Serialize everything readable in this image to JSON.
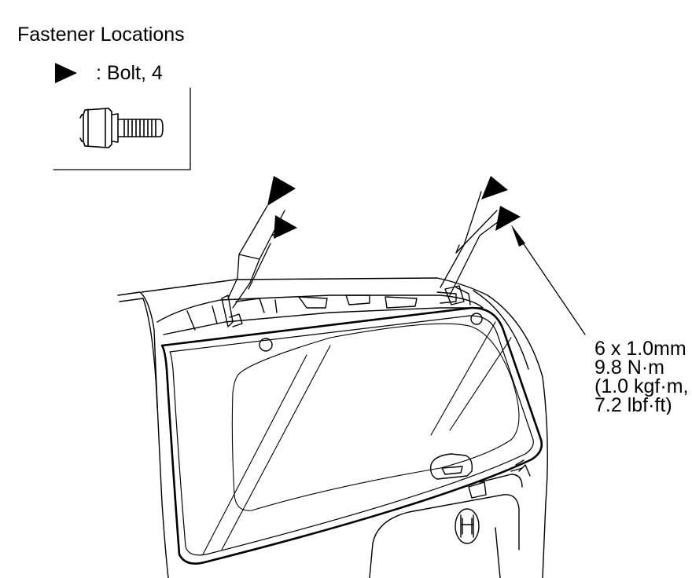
{
  "title": "Fastener Locations",
  "legend": {
    "marker_icon": "triangle-pointer-icon",
    "label": ": Bolt, 4",
    "bolt_icon": "flange-bolt-icon"
  },
  "torque_spec": {
    "lines": [
      "6 x 1.0mm",
      "9.8 N·m",
      "(1.0 kgf·m,",
      "7.2 lbf·ft)"
    ]
  },
  "bolt_markers": [
    "left-upper",
    "left-lower",
    "right-upper",
    "right-lower"
  ],
  "colors": {
    "line": "#000000",
    "background": "#ffffff"
  }
}
